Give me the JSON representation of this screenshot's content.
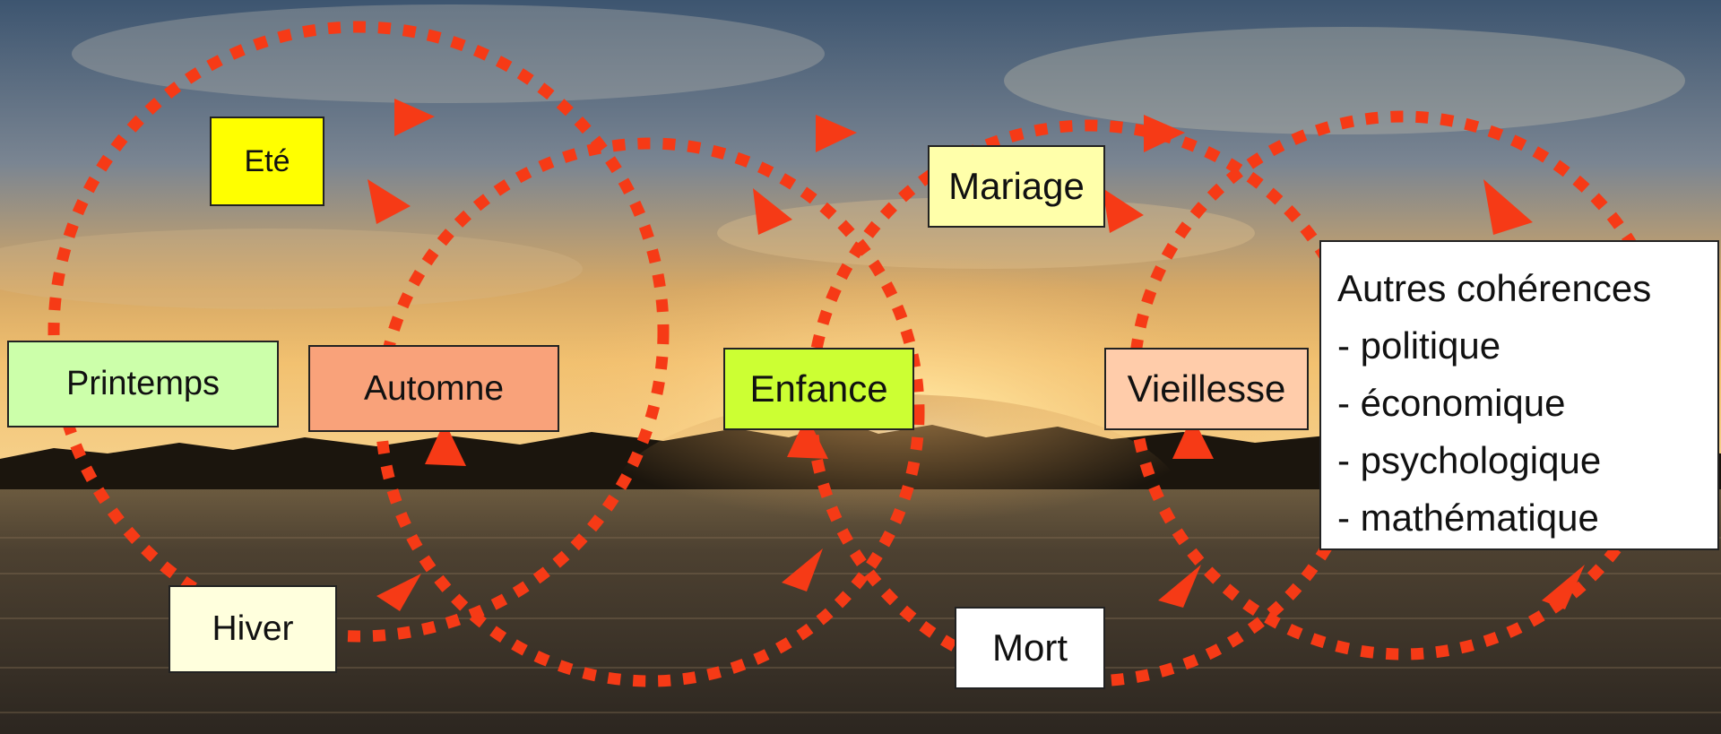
{
  "background": {
    "scene": "sunset-over-water",
    "colors": {
      "sky_top": "#3d5570",
      "sky_glow": "#e8b462",
      "sun": "#fff3c8",
      "treeline": "#1a140c",
      "water": "#3e3327"
    }
  },
  "arrow_color": "#f63a16",
  "season_cycle": {
    "ete": {
      "label": "Eté",
      "color": "#ffff00"
    },
    "printemps": {
      "label": "Printemps",
      "color": "#ccffaa"
    },
    "automne": {
      "label": "Automne",
      "color": "#f9a27a"
    },
    "hiver": {
      "label": "Hiver",
      "color": "#ffffdd"
    }
  },
  "life_cycle": {
    "enfance": {
      "label": "Enfance",
      "color": "#ccff33"
    },
    "mariage": {
      "label": "Mariage",
      "color": "#ffffaa"
    },
    "vieillesse": {
      "label": "Vieillesse",
      "color": "#ffccaa"
    },
    "mort": {
      "label": "Mort",
      "color": "#ffffff"
    }
  },
  "autres": {
    "title": "Autres cohérences",
    "items": [
      "- politique",
      "- économique",
      "- psychologique",
      "- mathématique"
    ]
  }
}
